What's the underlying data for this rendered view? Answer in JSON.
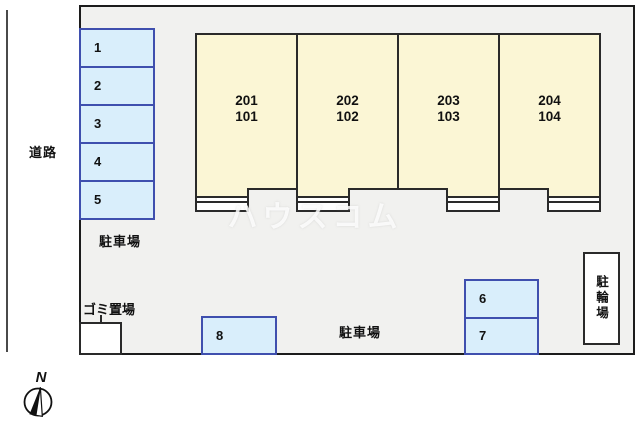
{
  "road": {
    "label": "道路"
  },
  "site": {
    "parking_left": {
      "label": "駐車場",
      "spaces": [
        "1",
        "2",
        "3",
        "4",
        "5"
      ]
    },
    "parking_bottom": {
      "label": "駐車場",
      "space6": "6",
      "space7": "7",
      "space8": "8"
    },
    "garbage": {
      "label": "ゴミ置場"
    },
    "bicycle": {
      "label": "駐輪場"
    }
  },
  "units": [
    {
      "upper": "201",
      "lower": "101"
    },
    {
      "upper": "202",
      "lower": "102"
    },
    {
      "upper": "203",
      "lower": "103"
    },
    {
      "upper": "204",
      "lower": "104"
    }
  ],
  "watermark": {
    "text": "ハウスコム"
  },
  "compass": {
    "north_label": "N"
  },
  "colors": {
    "site_fill": "#f1f1ef",
    "site_border": "#1c1c1c",
    "building_fill": "#fbf6d5",
    "building_border": "#2a2a2a",
    "space_fill": "#d9eefb",
    "space_border": "#3f4fae",
    "road_line": "#4a4a4a",
    "watermark_text": "#ffffff"
  }
}
